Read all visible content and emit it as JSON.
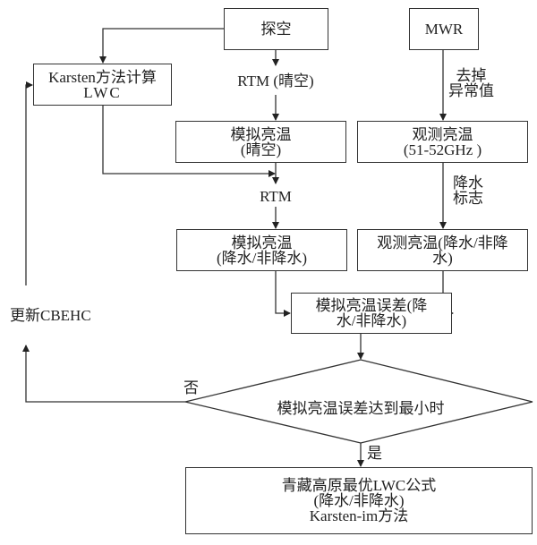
{
  "diagram": {
    "type": "flowchart",
    "nodes": {
      "sounding": {
        "label": "探空"
      },
      "mwr": {
        "label": "MWR"
      },
      "karsten_lwc": {
        "lines": [
          "Karsten方法计算",
          "LWC"
        ]
      },
      "sim_tb_clear": {
        "lines": [
          "模拟亮温",
          "(晴空)"
        ]
      },
      "obs_tb_51_52": {
        "lines": [
          "观测亮温",
          "(51-52GHz )"
        ]
      },
      "sim_tb_precip": {
        "lines": [
          "模拟亮温",
          "(降水/非降水)"
        ]
      },
      "obs_tb_precip": {
        "lines": [
          "观测亮温(降水/非降",
          "水)"
        ]
      },
      "sim_tb_error": {
        "lines": [
          "模拟亮温误差(降",
          "水/非降水)"
        ]
      },
      "decision": {
        "label": "模拟亮温误差达到最小时"
      },
      "result": {
        "lines": [
          "青藏高原最优LWC公式",
          "(降水/非降水)",
          "Karsten-im方法"
        ]
      }
    },
    "edge_labels": {
      "rtm_clear": "RTM (晴空)",
      "rtm": "RTM",
      "remove_outliers": [
        "去掉",
        "异常值"
      ],
      "precip_flag": [
        "降水",
        "标志"
      ],
      "update": "更新CBEHC",
      "no": "否",
      "yes": "是"
    }
  }
}
